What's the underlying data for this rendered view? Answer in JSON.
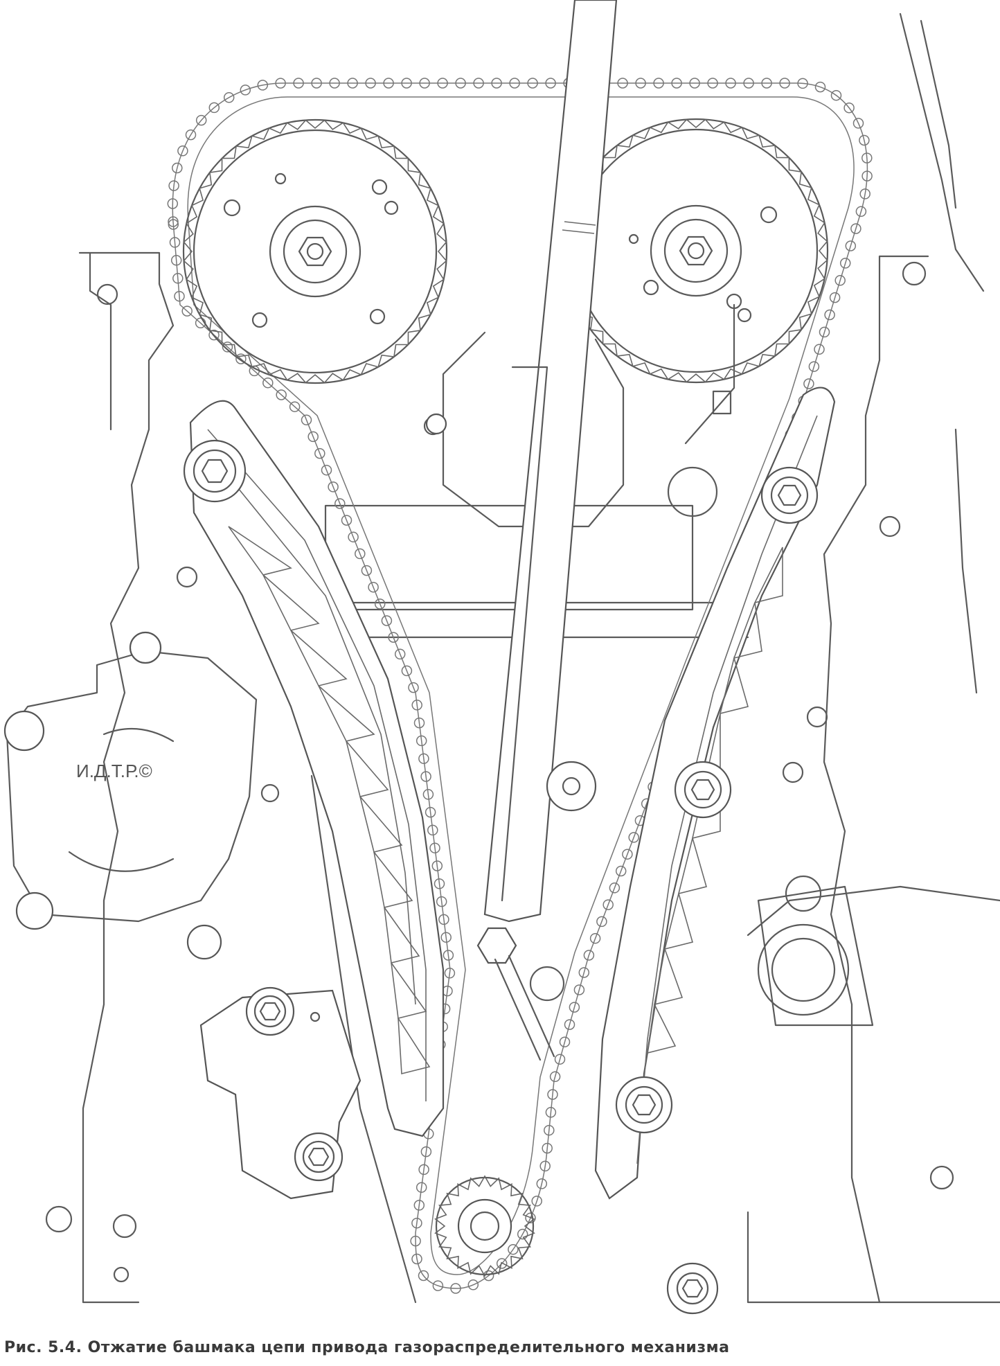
{
  "figure": {
    "watermark": "И.Д.Т.Р.©",
    "caption": "Рис. 5.4. Отжатие башмака цепи привода газораспределительного механизма"
  },
  "colors": {
    "line": "#5a5a5a",
    "background": "#ffffff",
    "caption": "#3a3a3a"
  },
  "parts": [
    {
      "id": "intake-cam-sprocket",
      "teeth": 44
    },
    {
      "id": "exhaust-cam-sprocket",
      "teeth": 44
    },
    {
      "id": "crank-sprocket",
      "teeth": 22
    }
  ]
}
